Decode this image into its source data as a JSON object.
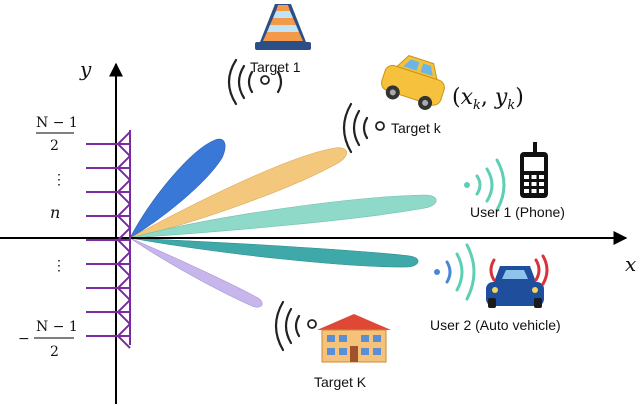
{
  "axes": {
    "x_label": "x",
    "y_label": "y"
  },
  "array": {
    "top_index_num": "N − 1",
    "top_index_den": "2",
    "mid_index": "n",
    "bottom_index_num": "−",
    "bottom_index_num2": "N − 1",
    "bottom_index_den": "2",
    "dots_upper": "⋮",
    "dots_lower": "⋮"
  },
  "targets": {
    "target_1": "Target 1",
    "target_k": "Target k",
    "target_K": "Target K",
    "coord_open": "(",
    "coord_x": "x",
    "coord_xsub": "k",
    "coord_sep": ", ",
    "coord_y": "y",
    "coord_ysub": "k",
    "coord_close": ")"
  },
  "users": {
    "user_1": "User 1 (Phone)",
    "user_2": "User 2 (Auto vehicle)"
  },
  "colors": {
    "array": "#7a2ca0",
    "beam_blue": "#3a78d8",
    "beam_orange": "#f3c87c",
    "beam_teal": "#8fd9c8",
    "beam_darkteal": "#3fa9a9",
    "beam_lavender": "#c7b6ec",
    "wave_gray": "#222222",
    "wave_teal": "#5fcfb4",
    "wave_blue": "#4a86d6",
    "wave_red": "#d8323a"
  }
}
